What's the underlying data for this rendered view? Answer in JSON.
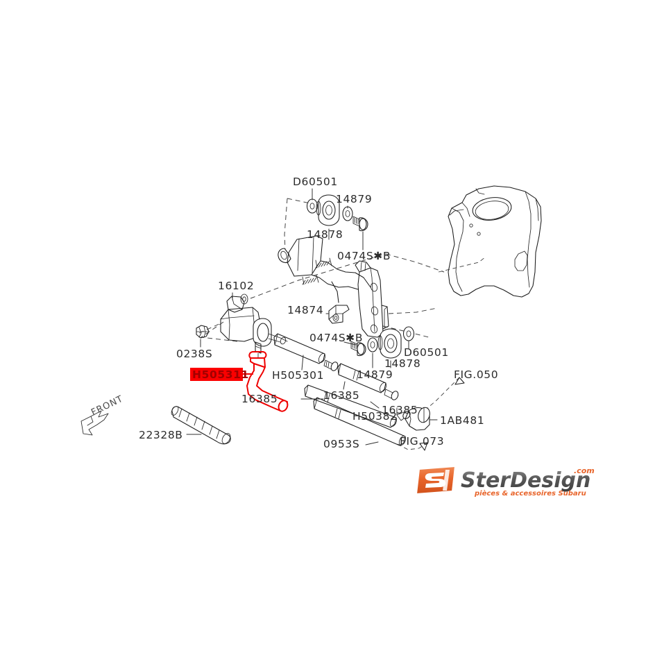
{
  "document": {
    "type": "parts-diagram",
    "title": "Subaru clutch master cylinder and hose assembly",
    "background_color": "#ffffff"
  },
  "orientation": {
    "marker_label": "FRONT"
  },
  "highlight": {
    "part_number": "H505311",
    "box_color": "#fb0000",
    "text_color": "#a10000",
    "hose_color": "#ee0000"
  },
  "callouts": [
    {
      "id": "c01",
      "label": "D60501"
    },
    {
      "id": "c02",
      "label": "14879"
    },
    {
      "id": "c03",
      "label": "14878"
    },
    {
      "id": "c04",
      "label": "0474S✱B"
    },
    {
      "id": "c05",
      "label": "16102"
    },
    {
      "id": "c06",
      "label": "14874"
    },
    {
      "id": "c07",
      "label": "0238S"
    },
    {
      "id": "c08",
      "label": "0474S✱B"
    },
    {
      "id": "c09",
      "label": "D60501"
    },
    {
      "id": "c10",
      "label": "14878"
    },
    {
      "id": "c11",
      "label": "14879"
    },
    {
      "id": "c12",
      "label": "H505301"
    },
    {
      "id": "c13",
      "label": "16385"
    },
    {
      "id": "c14",
      "label": "16385"
    },
    {
      "id": "c15",
      "label": "H50382"
    },
    {
      "id": "c16",
      "label": "16385"
    },
    {
      "id": "c17",
      "label": "0953S"
    },
    {
      "id": "c18",
      "label": "22328B"
    },
    {
      "id": "c19",
      "label": "1AB481"
    },
    {
      "id": "c20",
      "label": "FIG.050"
    },
    {
      "id": "c21",
      "label": "FIG.073"
    }
  ],
  "watermark": {
    "brand": "SterDesign",
    "prefix": "S",
    "domain": ".com",
    "tagline": "pièces & accessoires Subaru",
    "accent_color": "#e8642a",
    "text_color": "#4a4a4a"
  }
}
